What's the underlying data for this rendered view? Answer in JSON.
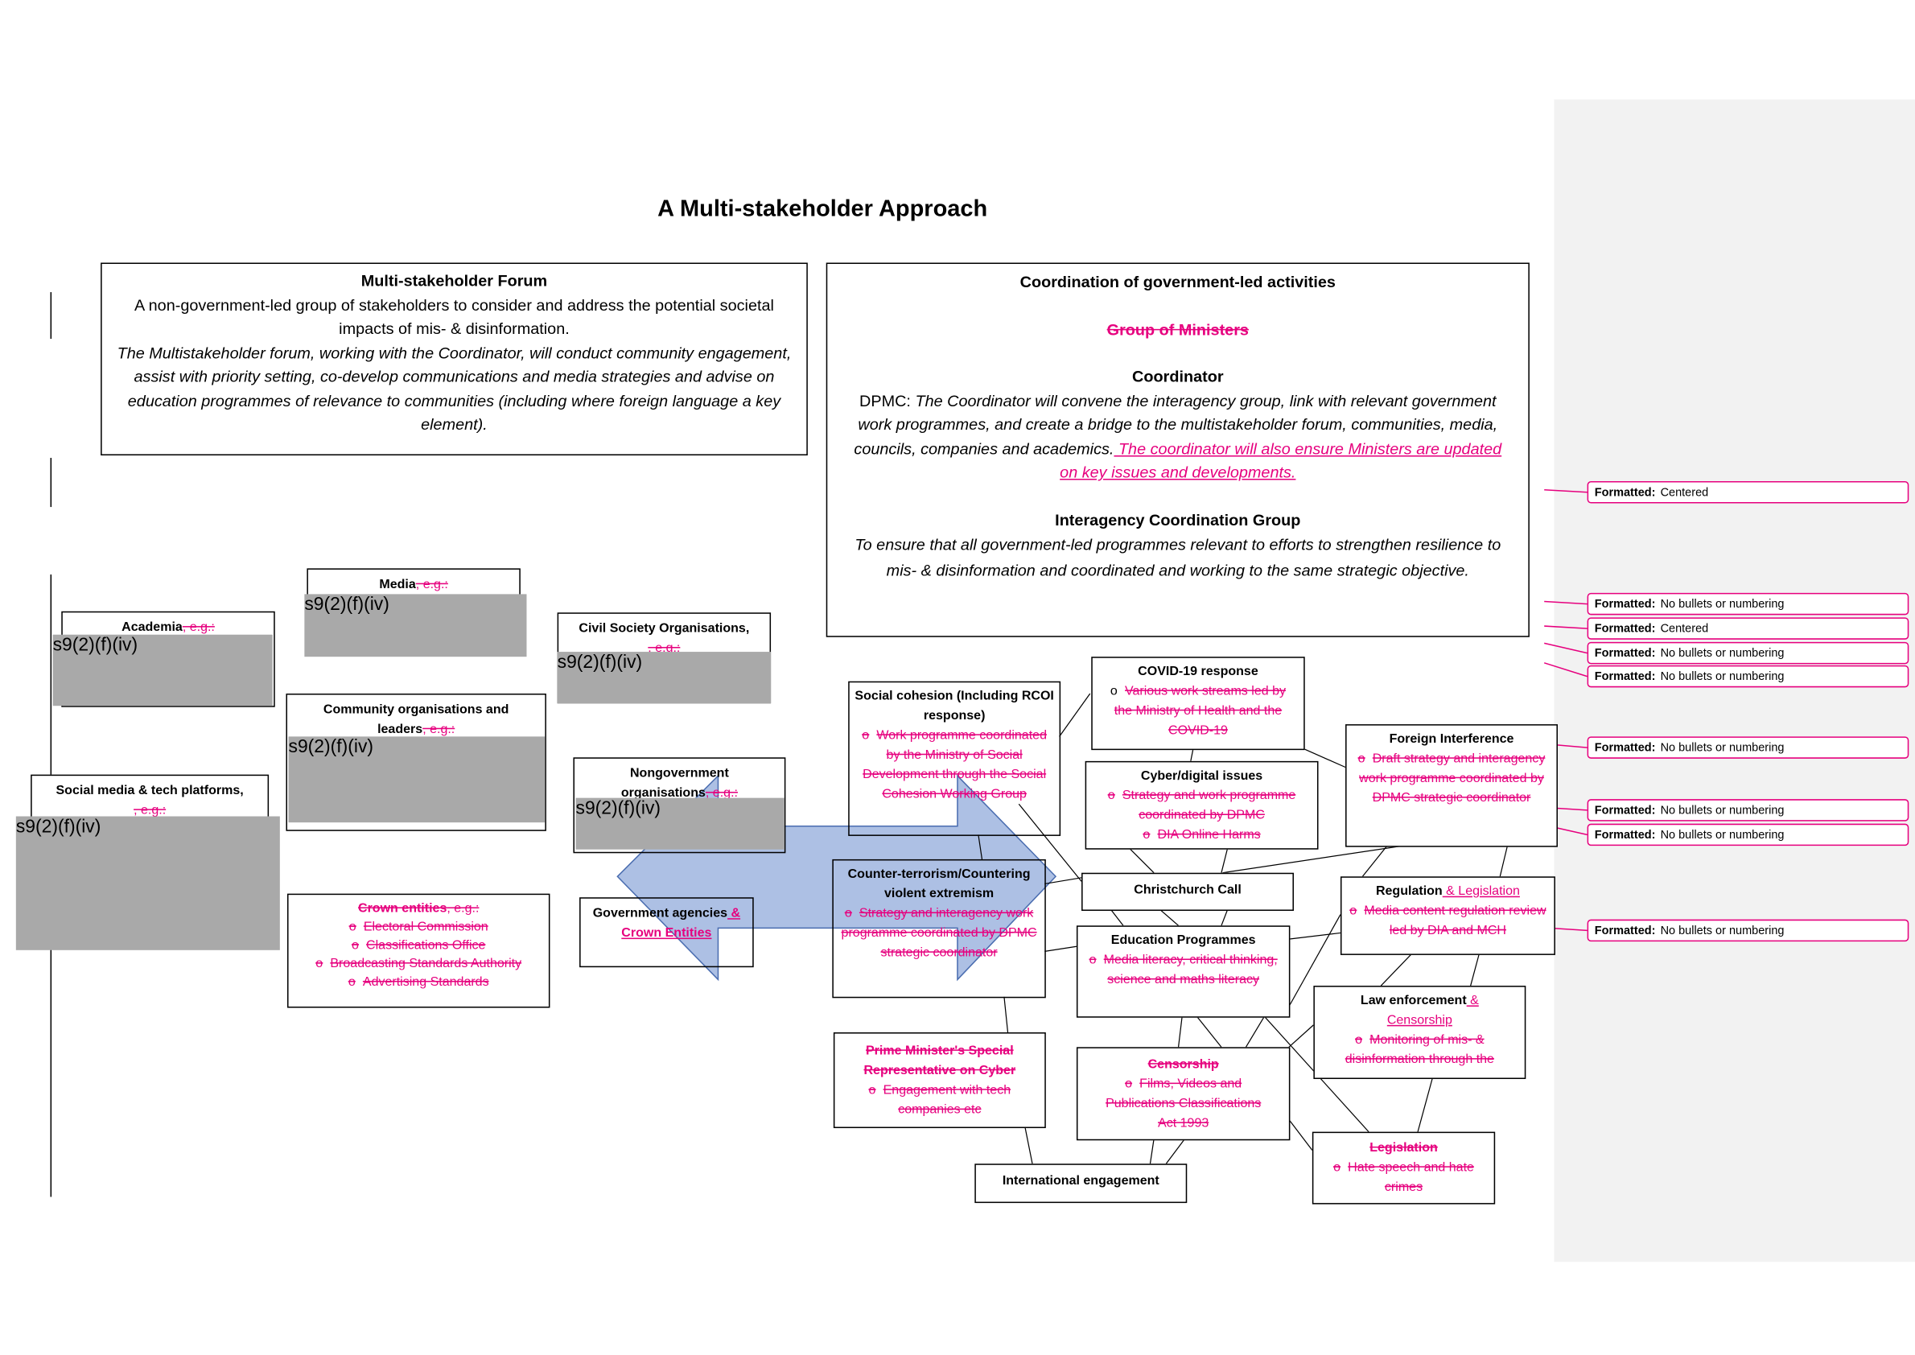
{
  "title": "A Multi-stakeholder Approach",
  "forum": {
    "heading": "Multi-stakeholder Forum",
    "text": "A non-government-led group of stakeholders to consider and address the potential societal impacts of mis- & disinformation.",
    "italic": "The Multistakeholder forum, working with the Coordinator, will conduct community engagement, assist with priority setting, co-develop communications and media strategies and advise on education programmes of relevance to communities (including where foreign language a key element)."
  },
  "coordination": {
    "heading": "Coordination of government-led activities",
    "deleted_heading": "Group of Ministers",
    "coordinator_heading": "Coordinator",
    "coordinator_prefix": "DPMC: ",
    "coordinator_text": "The Coordinator will convene the interagency group, link with relevant government work programmes, and create a bridge to the multistakeholder forum, communities, media, councils, companies and academics.",
    "coordinator_inserted": " The coordinator will also ensure Ministers are updated on key issues and developments.",
    "iag_heading": "Interagency Coordination Group",
    "iag_text": "To ensure that all government-led programmes relevant to efforts to strengthen resilience to mis- & disinformation and coordinated and working to the same strategic objective."
  },
  "redaction": "s9(2)(f)(iv)",
  "deleted_eg": ", e.g.:",
  "stakeholders": {
    "academia": "Academia",
    "media": "Media",
    "civil_society": "Civil Society Organisations,",
    "community": "Community organisations and leaders",
    "social_media": "Social media & tech platforms,",
    "ngo": "Nongovernment organisations",
    "crown_title": "Crown entities",
    "crown_items": [
      "Electoral Commission",
      "Classifications Office",
      "Broadcasting Standards Authority",
      "Advertising Standards"
    ],
    "gov_agencies": "Government agencies",
    "gov_inserted": " & Crown Entities"
  },
  "bullet": "o",
  "workstreams": {
    "social_cohesion": {
      "title": "Social cohesion (Including RCOI response)",
      "item": "Work programme coordinated by the Ministry of Social Development through the Social Cohesion Working Group"
    },
    "covid": {
      "title": "COVID-19 response",
      "item": "Various work streams led by the Ministry of Health and the COVID-19"
    },
    "cyber": {
      "title": "Cyber/digital issues",
      "items": [
        "Strategy and work programme coordinated by DPMC",
        "DIA Online Harms"
      ]
    },
    "foreign": {
      "title": "Foreign Interference",
      "item": "Draft strategy and interagency work programme coordinated by DPMC strategic coordinator"
    },
    "counter_terrorism": {
      "title": "Counter-terrorism/Countering violent extremism",
      "item": "Strategy and interagency work programme coordinated by DPMC strategic coordinator"
    },
    "christchurch": {
      "title": "Christchurch Call"
    },
    "regulation": {
      "title": "Regulation",
      "inserted": " & Legislation",
      "item": "Media content regulation review led by DIA and MCH"
    },
    "education": {
      "title": "Education Programmes",
      "item": "Media literacy, critical thinking, science and maths literacy"
    },
    "law": {
      "title": "Law enforcement",
      "inserted": " & Censorship",
      "item": "Monitoring of mis- & disinformation through the"
    },
    "pm_rep": {
      "title": "Prime Minister's Special Representative on Cyber",
      "item": "Engagement with tech companies etc"
    },
    "censorship": {
      "title": "Censorship",
      "item": "Films, Videos and Publications Classifications Act 1993"
    },
    "legislation": {
      "title": "Legislation",
      "item": "Hate speech and hate crimes"
    },
    "international": {
      "title": "International engagement"
    }
  },
  "comments": [
    {
      "label": "Formatted:",
      "value": "Centered"
    },
    {
      "label": "Formatted:",
      "value": "No bullets or numbering"
    },
    {
      "label": "Formatted:",
      "value": "Centered"
    },
    {
      "label": "Formatted:",
      "value": "No bullets or numbering"
    },
    {
      "label": "Formatted:",
      "value": "No bullets or numbering"
    },
    {
      "label": "Formatted:",
      "value": "No bullets or numbering"
    },
    {
      "label": "Formatted:",
      "value": "No bullets or numbering"
    },
    {
      "label": "Formatted:",
      "value": "No bullets or numbering"
    },
    {
      "label": "Formatted:",
      "value": "No bullets or numbering"
    }
  ],
  "colors": {
    "revision": "#e6007e",
    "arrow_fill": "#adc0e4",
    "arrow_stroke": "#4a6db0",
    "redaction": "#a9a9a9",
    "margin": "#f2f2f2"
  }
}
